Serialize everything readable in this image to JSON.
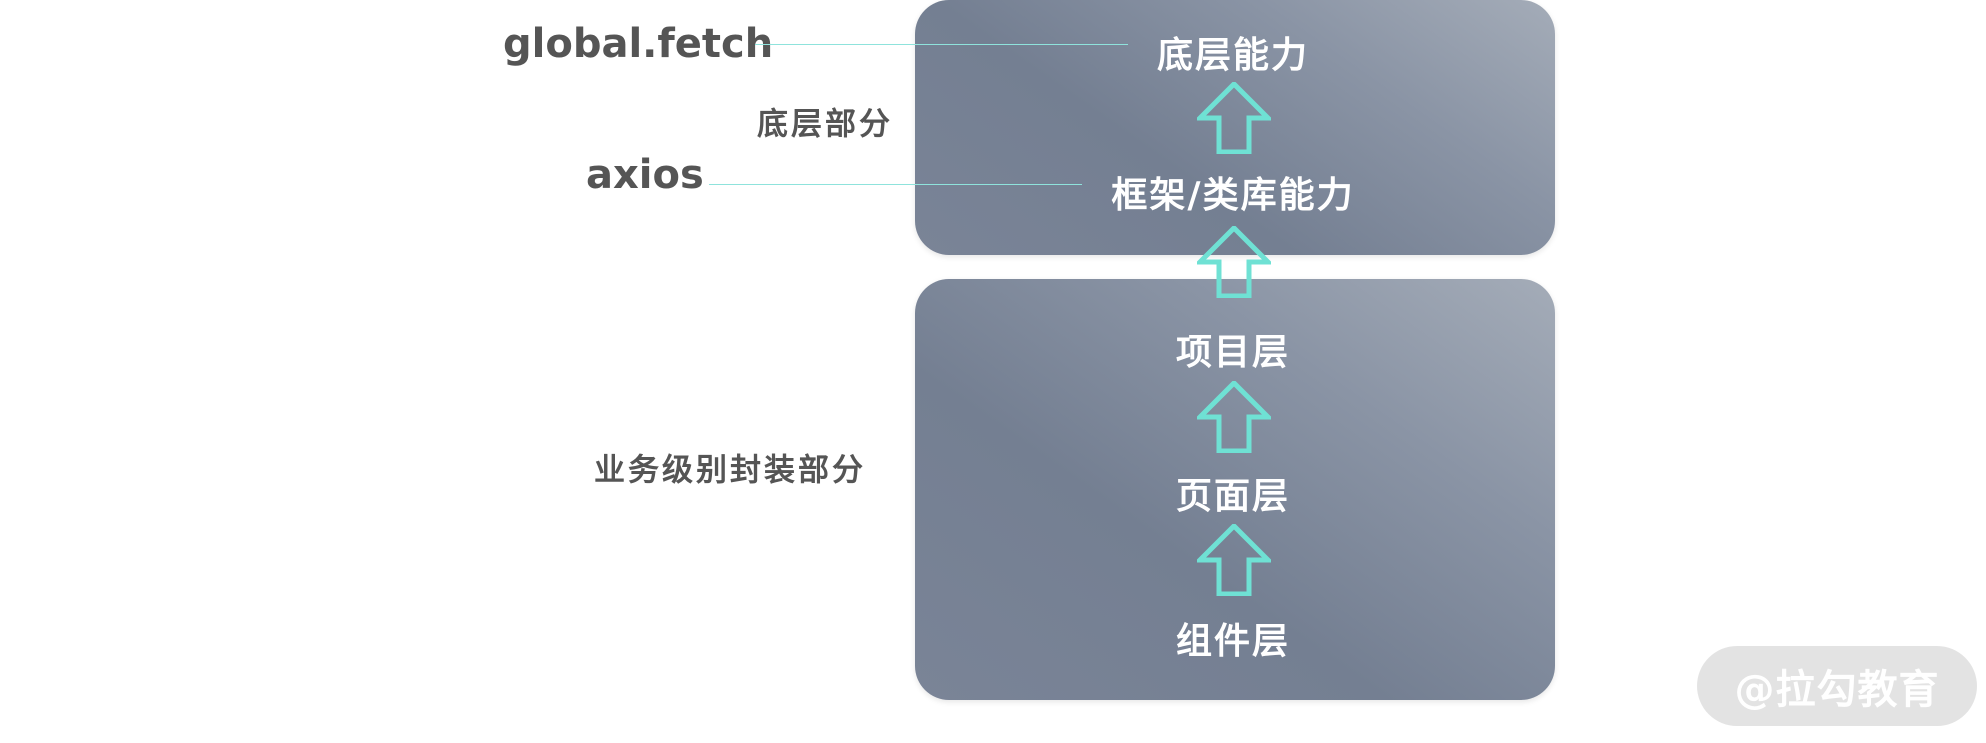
{
  "diagram": {
    "layers_top": {
      "base": "底层能力",
      "framework": "框架/类库能力"
    },
    "layers_bottom": {
      "project": "项目层",
      "page": "页面层",
      "component": "组件层"
    },
    "side_labels": {
      "bottom_part": "底层部分",
      "business_part": "业务级别封装部分"
    },
    "code_labels": {
      "fetch": "global.fetch",
      "axios": "axios"
    }
  },
  "watermark": "@拉勾教育",
  "colors": {
    "arrow": "#6fe1d4",
    "leader_line": "#8fe3dc",
    "box_dark": "#747f92",
    "box_light": "#a4acb8",
    "side_text": "#555555"
  }
}
